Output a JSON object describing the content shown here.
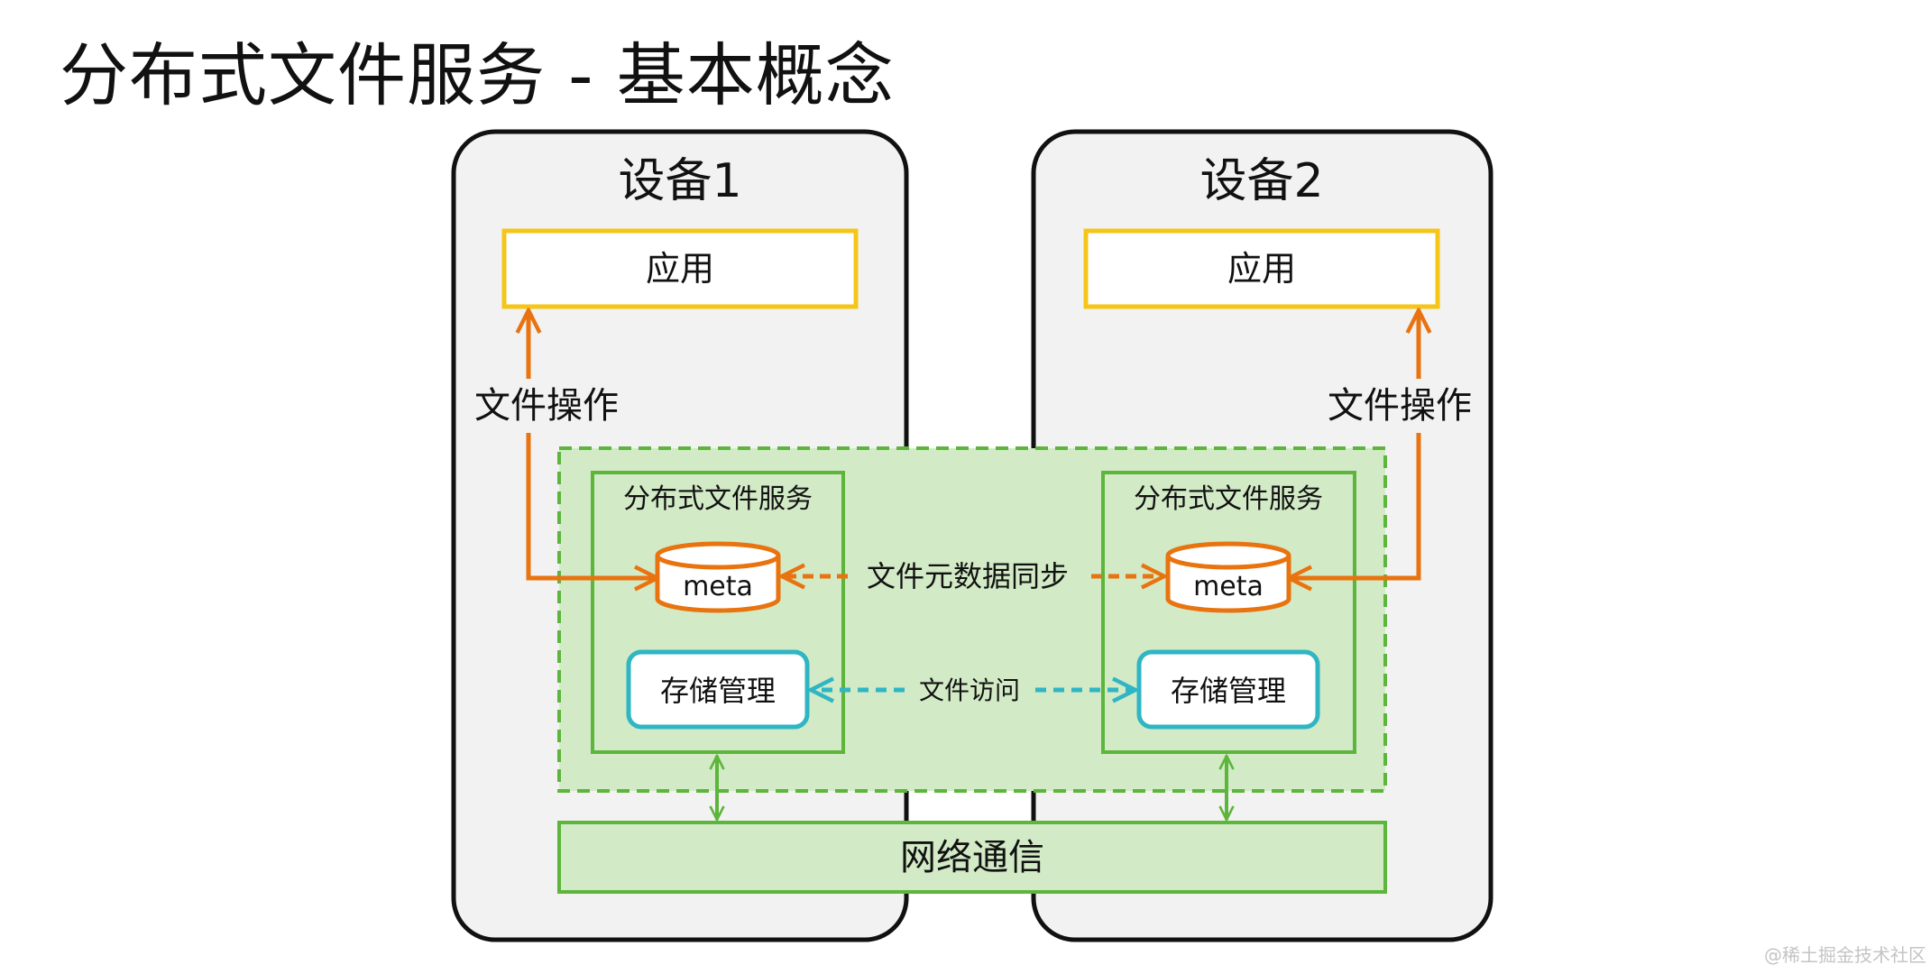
{
  "page": {
    "title": "分布式文件服务 - 基本概念",
    "watermark": "@稀土掘金技术社区"
  },
  "devices": [
    {
      "name": "设备1",
      "app_label": "应用",
      "file_op_label": "文件操作",
      "service_label": "分布式文件服务",
      "meta_label": "meta",
      "storage_label": "存储管理"
    },
    {
      "name": "设备2",
      "app_label": "应用",
      "file_op_label": "文件操作",
      "service_label": "分布式文件服务",
      "meta_label": "meta",
      "storage_label": "存储管理"
    }
  ],
  "links": {
    "metadata_sync": "文件元数据同步",
    "file_access": "文件访问"
  },
  "network": {
    "label": "网络通信"
  },
  "colors": {
    "device_fill": "#f2f2f2",
    "device_border": "#111111",
    "app_border": "#f5c518",
    "orange": "#e8730f",
    "teal": "#2fb5c4",
    "green": "#5db53c",
    "green_fill": "#d2eac6"
  }
}
